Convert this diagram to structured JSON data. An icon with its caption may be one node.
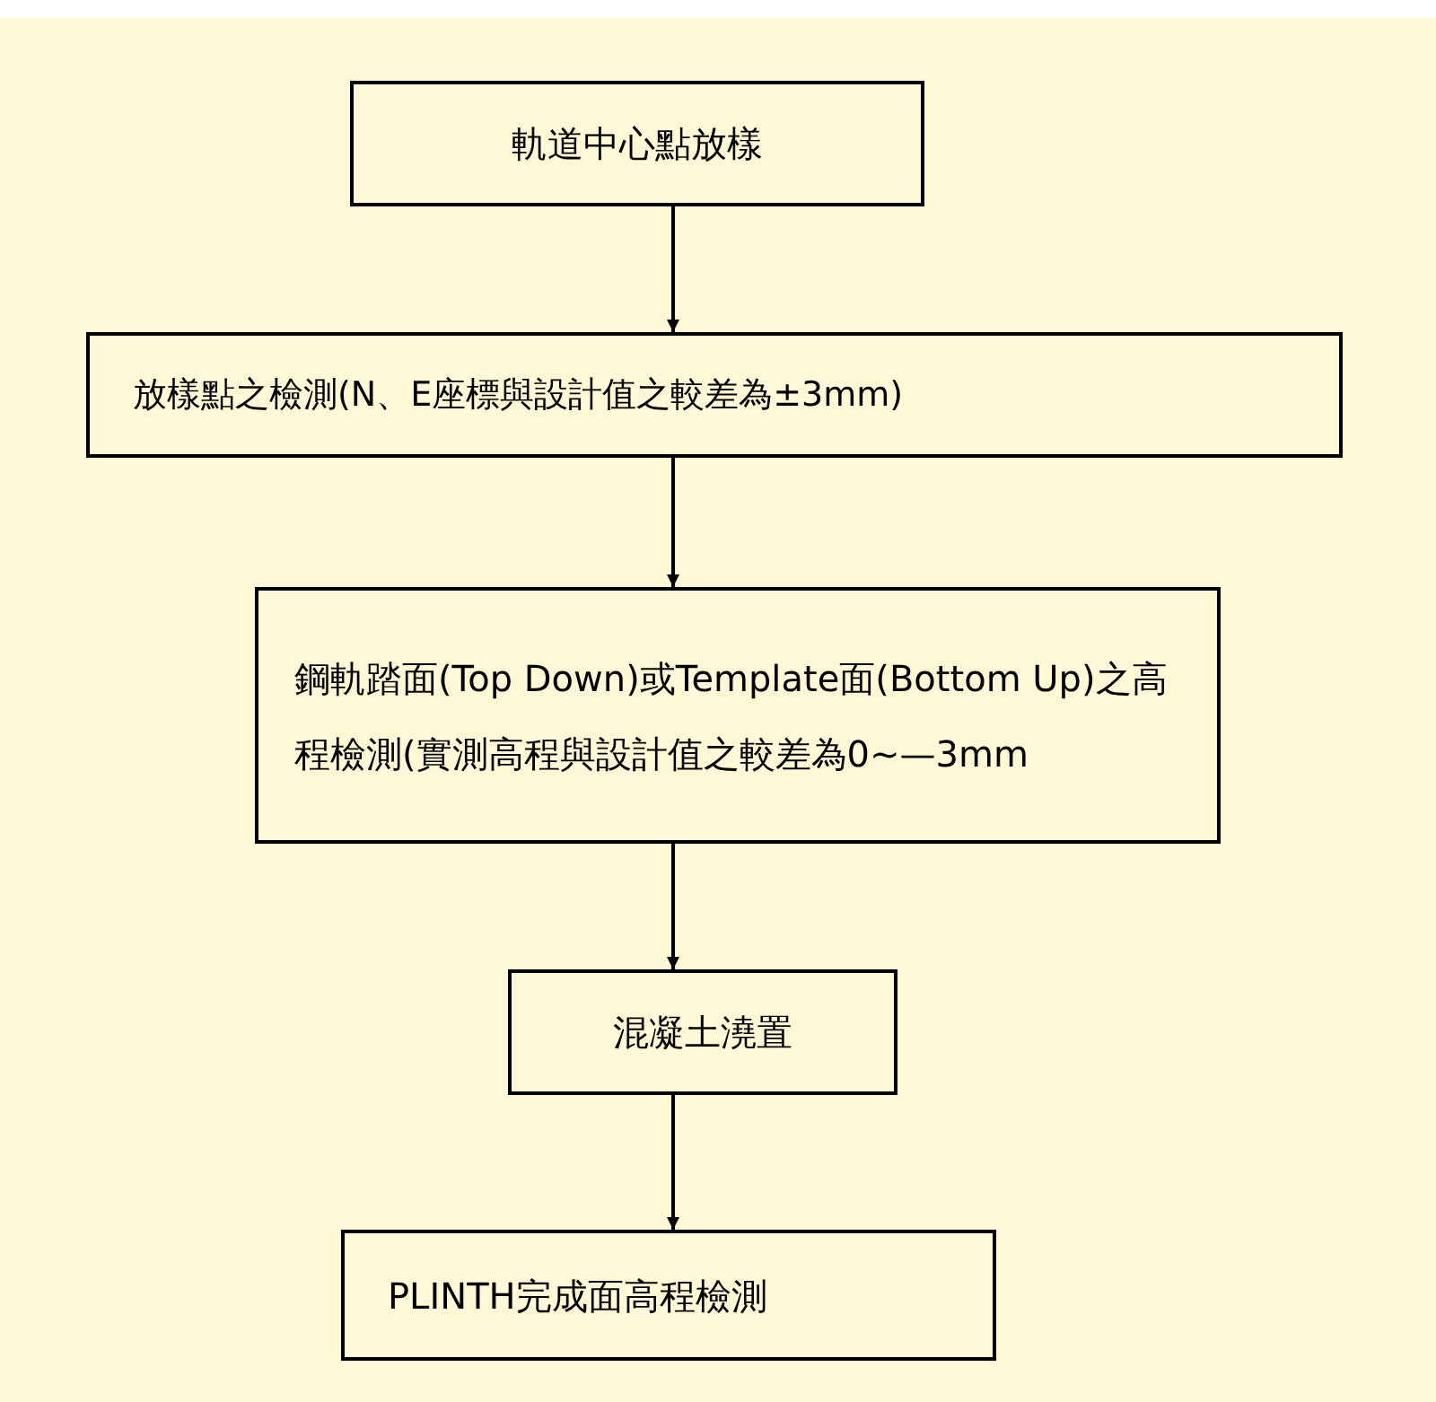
{
  "diagram": {
    "nodes": [
      {
        "text": [
          "軌道中心點放樣"
        ]
      },
      {
        "text": [
          "放樣點之檢測(N、E座標與設計值之較差為±3mm)"
        ]
      },
      {
        "text": [
          "鋼軌踏面(Top Down)或Template面(Bottom Up)之高程檢測(實測高程與設計值之較差為0~—3mm"
        ]
      },
      {
        "text": [
          "混凝土澆置"
        ]
      },
      {
        "text": [
          "PLINTH完成面高程檢測"
        ]
      }
    ],
    "edges": [
      {
        "from": 0,
        "to": 1,
        "arrow": "to"
      },
      {
        "from": 1,
        "to": 2,
        "arrow": "to"
      },
      {
        "from": 2,
        "to": 3,
        "arrow": "to"
      },
      {
        "from": 3,
        "to": 4,
        "arrow": "to"
      }
    ]
  }
}
